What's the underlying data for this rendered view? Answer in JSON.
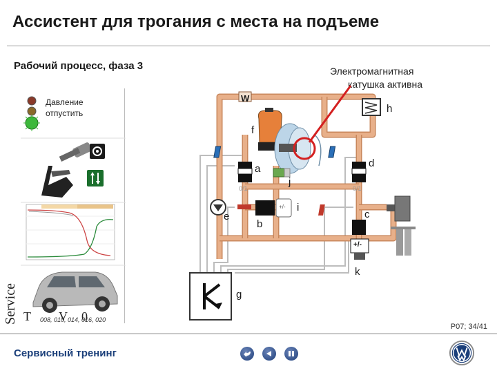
{
  "header": {
    "title": "Ассистент для трогания с места на подъеме",
    "subtitle": "Рабочий процесс, фаза 3"
  },
  "annotation": {
    "line1": "Электромагнитная",
    "line2": "катушка активна"
  },
  "indicator": {
    "line1": "Давление",
    "line2": "отпустить",
    "active_color": "#3cb83a",
    "inactive_color": "#8a3a2a"
  },
  "labels": {
    "w": "W",
    "h": "h",
    "f": "f",
    "a": "a",
    "d": "d",
    "j": "j",
    "e": "e",
    "i": "i",
    "b": "b",
    "c": "c",
    "k": "k",
    "g": "g",
    "valve_a_state": "0/1",
    "valve_d_state": "0/1",
    "valve_i_state": "+/-",
    "valve_k_state": "+/-"
  },
  "left_bottom": {
    "vertical_line1": "Service",
    "vertical_line2": "T",
    "vertical_line3": "V",
    "vertical_line4": "0",
    "footnote": "008, 010, 014, 016, 020"
  },
  "page": {
    "number": "P07; 34/41"
  },
  "footer": {
    "text": "Сервисный тренинг",
    "brand_color": "#1b3f7a"
  },
  "colors": {
    "pipe": "#e8b08a",
    "pipe_dark": "#c8875c",
    "control_wire": "#bdbdbd",
    "highlight": "#d42020"
  }
}
